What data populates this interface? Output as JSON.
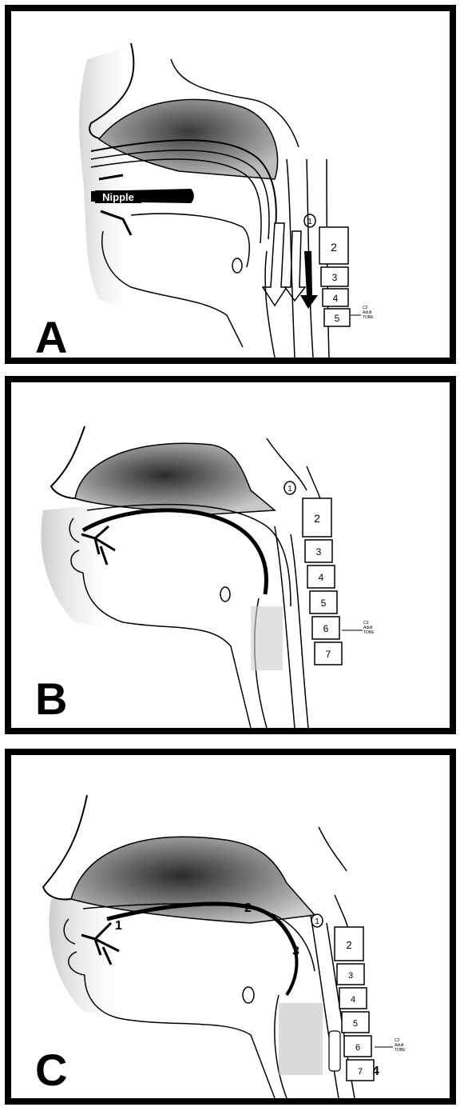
{
  "figure": {
    "panels": [
      {
        "letter": "A",
        "nipple_label": "Nipple",
        "vertebrae": [
          "1",
          "2",
          "3",
          "4",
          "5"
        ],
        "side_label": "C2\nAdult\nTOBE"
      },
      {
        "letter": "B",
        "vertebrae": [
          "1",
          "2",
          "3",
          "4",
          "5",
          "6",
          "7"
        ],
        "side_label": "C2\nAdult\nTOBE"
      },
      {
        "letter": "C",
        "stage_markers": [
          "1",
          "2",
          "3",
          "4"
        ],
        "vertebrae": [
          "1",
          "2",
          "3",
          "4",
          "5",
          "6",
          "7"
        ],
        "side_label": "C2\nAdult\nTOBE"
      }
    ]
  },
  "colors": {
    "ink": "#000000",
    "shade": "#7a7a7a",
    "paper": "#ffffff"
  }
}
